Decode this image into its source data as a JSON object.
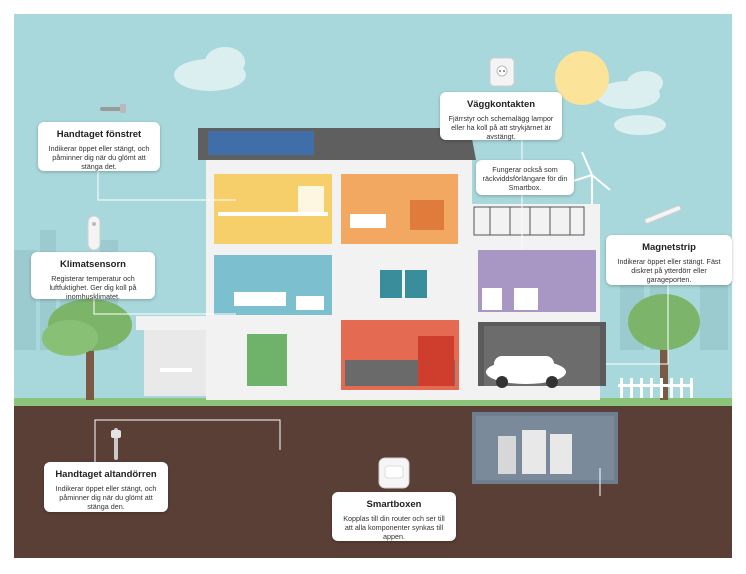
{
  "callouts": {
    "fonstret": {
      "title": "Handtaget fönstret",
      "text": "Indikerar öppet eller stängt, och påminner dig när du glömt att stänga det.",
      "icon": "window-handle-icon"
    },
    "klimat": {
      "title": "Klimatsensorn",
      "text": "Registerar temperatur och luftfuktighet. Ger dig koll på inomhusklimatet.",
      "icon": "climate-sensor-icon"
    },
    "vagg": {
      "title": "Väggkontakten",
      "text": "Fjärrstyr och schemalägg lampor eller ha koll på att strykjärnet är avstängt.",
      "icon": "wall-plug-icon"
    },
    "range_note": "Fungerar också som räckviddsförlängare för din Smartbox.",
    "magnet": {
      "title": "Magnetstrip",
      "text": "Indikerar öppet eller stängt. Fäst diskret på ytterdörr eller garageporten.",
      "icon": "magnet-strip-icon"
    },
    "altan": {
      "title": "Handtaget altandörren",
      "text": "Indikerar öppet eller stängt, och påminner dig när du glömt att stänga den.",
      "icon": "door-handle-icon"
    },
    "smartbox": {
      "title": "Smartboxen",
      "text": "Kopplas till din router och ser till att alla komponenter synkas till appen.",
      "icon": "smartbox-icon"
    }
  },
  "colors": {
    "sky": "#a8d8db",
    "ground": "#5a3f37",
    "grass": "#8bc37b",
    "roof": "#5f5f5f",
    "house_wall": "#f2f2f2",
    "line": "#ffffff"
  }
}
